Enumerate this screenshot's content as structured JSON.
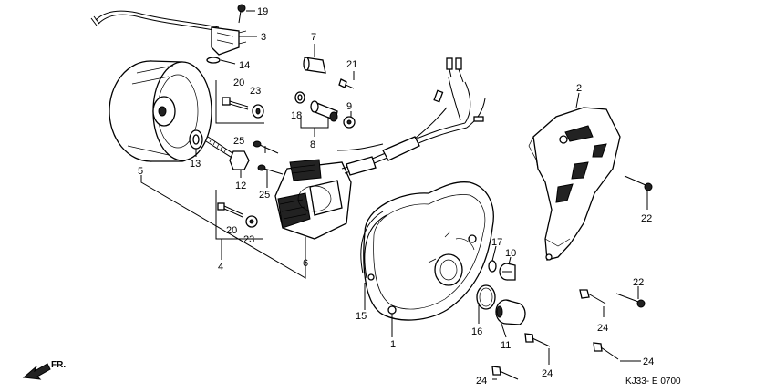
{
  "diagram": {
    "callouts": [
      {
        "id": "c1",
        "text": "1"
      },
      {
        "id": "c2",
        "text": "2"
      },
      {
        "id": "c3",
        "text": "3"
      },
      {
        "id": "c4",
        "text": "4"
      },
      {
        "id": "c5",
        "text": "5"
      },
      {
        "id": "c6",
        "text": "6"
      },
      {
        "id": "c7",
        "text": "7"
      },
      {
        "id": "c8",
        "text": "8"
      },
      {
        "id": "c9",
        "text": "9"
      },
      {
        "id": "c10",
        "text": "10"
      },
      {
        "id": "c11",
        "text": "11"
      },
      {
        "id": "c12",
        "text": "12"
      },
      {
        "id": "c13",
        "text": "13"
      },
      {
        "id": "c14",
        "text": "14"
      },
      {
        "id": "c15",
        "text": "15"
      },
      {
        "id": "c16",
        "text": "16"
      },
      {
        "id": "c17",
        "text": "17"
      },
      {
        "id": "c18",
        "text": "18"
      },
      {
        "id": "c19",
        "text": "19"
      },
      {
        "id": "c20a",
        "text": "20"
      },
      {
        "id": "c20b",
        "text": "20"
      },
      {
        "id": "c21",
        "text": "21"
      },
      {
        "id": "c22a",
        "text": "22"
      },
      {
        "id": "c22b",
        "text": "22"
      },
      {
        "id": "c23a",
        "text": "23"
      },
      {
        "id": "c23b",
        "text": "23"
      },
      {
        "id": "c24a",
        "text": "24"
      },
      {
        "id": "c24b",
        "text": "24"
      },
      {
        "id": "c24c",
        "text": "24"
      },
      {
        "id": "c24d",
        "text": "24"
      },
      {
        "id": "c25a",
        "text": "25"
      },
      {
        "id": "c25b",
        "text": "25"
      }
    ],
    "direction_label": "FR.",
    "drawing_code": "KJ33- E 0700"
  }
}
